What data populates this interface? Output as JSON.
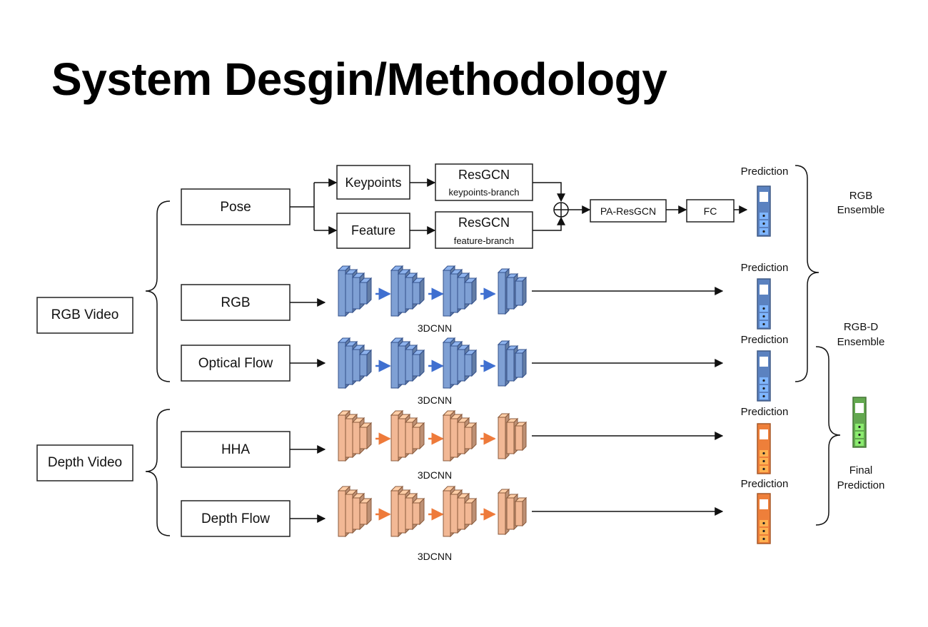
{
  "title": "System Desgin/Methodology",
  "inputs": {
    "rgb_video": "RGB Video",
    "depth_video": "Depth Video"
  },
  "modalities": {
    "pose": "Pose",
    "rgb": "RGB",
    "optical_flow": "Optical Flow",
    "hha": "HHA",
    "depth_flow": "Depth Flow"
  },
  "pose_branch": {
    "keypoints": "Keypoints",
    "feature": "Feature",
    "resgcn_kp_title": "ResGCN",
    "resgcn_kp_sub": "keypoints-branch",
    "resgcn_ft_title": "ResGCN",
    "resgcn_ft_sub": "feature-branch",
    "pa_resgcn": "PA-ResGCN",
    "fc": "FC"
  },
  "cnn_label": "3DCNN",
  "prediction_label": "Prediction",
  "ensembles": {
    "rgb_line1": "RGB",
    "rgb_line2": "Ensemble",
    "rgbd_line1": "RGB-D",
    "rgbd_line2": "Ensemble",
    "final_line1": "Final",
    "final_line2": "Prediction"
  },
  "colors": {
    "rgb_cnn_fill": "#7fa0d4",
    "rgb_cnn_stroke": "#33508a",
    "rgb_arrow": "#3f6fd0",
    "depth_cnn_fill": "#f2b895",
    "depth_cnn_stroke": "#8a5a3c",
    "depth_arrow": "#ee7a3a",
    "pred_blue": "#5b82c0",
    "pred_orange": "#ee7f3a",
    "pred_green": "#63a84f"
  }
}
